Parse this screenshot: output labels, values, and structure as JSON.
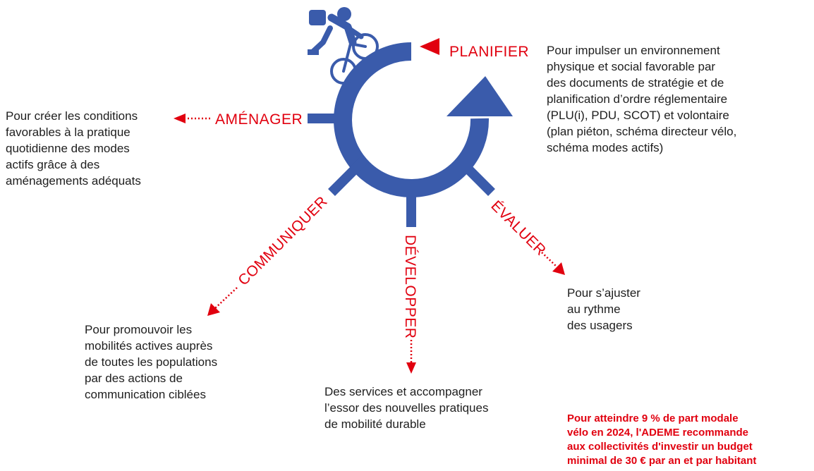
{
  "colors": {
    "accent": "#e1000f",
    "primary": "#3a5bab",
    "text": "#1e1e1e"
  },
  "stages": {
    "planifier": {
      "label": "PLANIFIER",
      "description": [
        "Pour impulser un environnement",
        "physique et social favorable par",
        "des documents de stratégie et de",
        "planification d’ordre réglementaire",
        "(PLU(i), PDU, SCOT) et volontaire",
        "(plan piéton, schéma directeur vélo,",
        "schéma modes actifs)"
      ]
    },
    "amenager": {
      "label": "AMÉNAGER",
      "description": [
        "Pour créer les conditions",
        "favorables à la pratique",
        "quotidienne des modes",
        "actifs grâce à des",
        "aménagements adéquats"
      ]
    },
    "communiquer": {
      "label": "COMMUNIQUER",
      "description": [
        "Pour promouvoir les",
        "mobilités actives auprès",
        "de toutes les populations",
        "par des actions de",
        "communication ciblées"
      ]
    },
    "developper": {
      "label": "DÉVELOPPER",
      "description": [
        "Des services et accompagner",
        "l’essor des nouvelles pratiques",
        "de mobilité durable"
      ]
    },
    "evaluer": {
      "label": "ÉVALUER",
      "description": [
        "Pour s’ajuster",
        "au rythme",
        "des usagers"
      ]
    }
  },
  "icons": {
    "cyclist": "cyclist-icon"
  },
  "note": [
    "Pour atteindre 9 % de part modale",
    "vélo en 2024, l'ADEME recommande",
    "aux collectivités d'investir un budget",
    "minimal de 30 € par an et par habitant"
  ]
}
